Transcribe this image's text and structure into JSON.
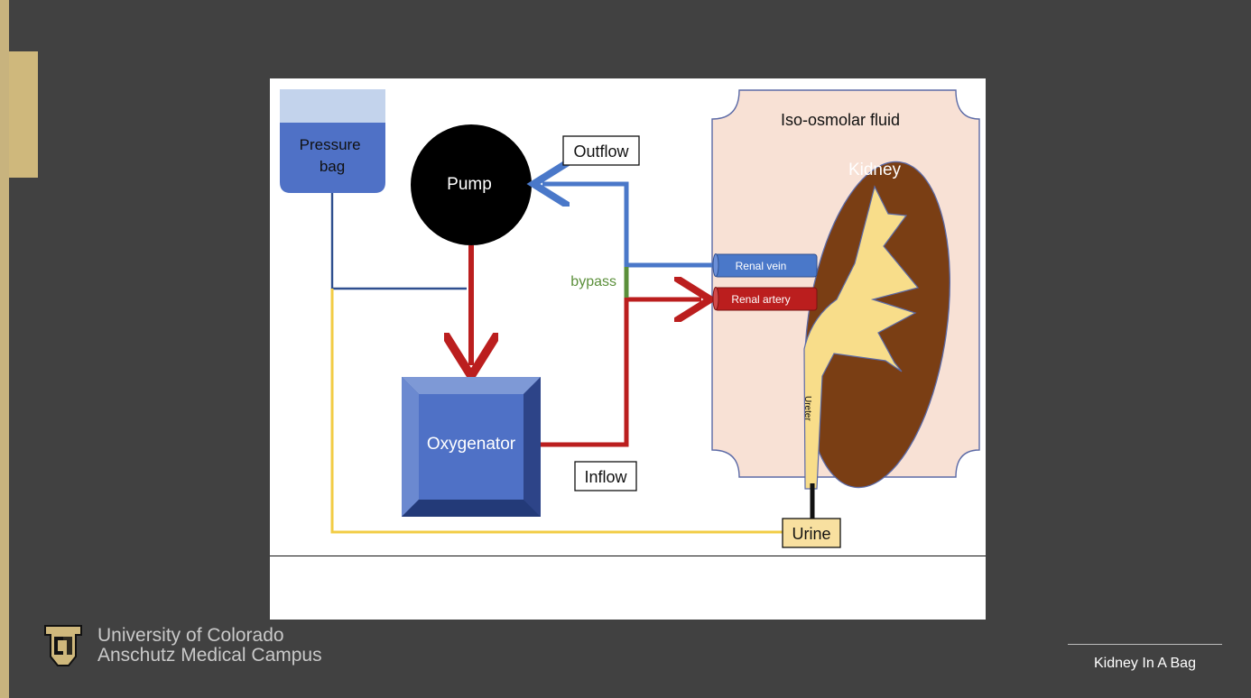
{
  "diagram": {
    "pressure_bag": "Pressure\nbag",
    "pump": "Pump",
    "outflow": "Outflow",
    "bypass": "bypass",
    "oxygenator": "Oxygenator",
    "inflow": "Inflow",
    "iso_fluid": "Iso-osmolar fluid",
    "kidney": "Kidney",
    "renal_vein": "Renal vein",
    "renal_artery": "Renal artery",
    "ureter": "Ureter",
    "urine": "Urine"
  },
  "footer": {
    "org_line1": "University of Colorado",
    "org_line2": "Anschutz Medical Campus",
    "title": "Kidney In A Bag"
  },
  "colors": {
    "blue_line": "#4a78c9",
    "red_line": "#bb1e1e",
    "yellow_line": "#f2cc45",
    "navy_line": "#2f4f8f",
    "bypass_green": "#5b8f3a",
    "fluid_bg": "#f8e1d5",
    "kidney_brown": "#7a3e14",
    "ureter_yellow": "#f8dd8a",
    "gold_accent": "#cfb87c"
  }
}
